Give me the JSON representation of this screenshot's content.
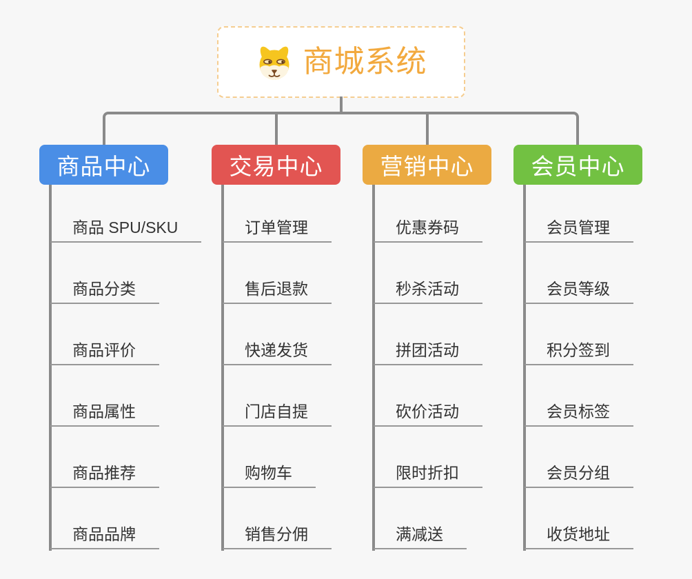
{
  "root": {
    "title": "商城系统",
    "icon": "dog-face-icon",
    "title_color": "#f2a93e",
    "border_color": "#f5cd90"
  },
  "connector_color": "#8a8a8a",
  "branches": [
    {
      "id": "product-center",
      "label": "商品中心",
      "color": "#4a8ee6",
      "children": [
        "商品 SPU/SKU",
        "商品分类",
        "商品评价",
        "商品属性",
        "商品推荐",
        "商品品牌"
      ]
    },
    {
      "id": "trade-center",
      "label": "交易中心",
      "color": "#e25552",
      "children": [
        "订单管理",
        "售后退款",
        "快递发货",
        "门店自提",
        "购物车",
        "销售分佣"
      ]
    },
    {
      "id": "marketing-center",
      "label": "营销中心",
      "color": "#ebaa42",
      "children": [
        "优惠券码",
        "秒杀活动",
        "拼团活动",
        "砍价活动",
        "限时折扣",
        "满减送"
      ]
    },
    {
      "id": "member-center",
      "label": "会员中心",
      "color": "#72c142",
      "children": [
        "会员管理",
        "会员等级",
        "积分签到",
        "会员标签",
        "会员分组",
        "收货地址"
      ]
    }
  ]
}
